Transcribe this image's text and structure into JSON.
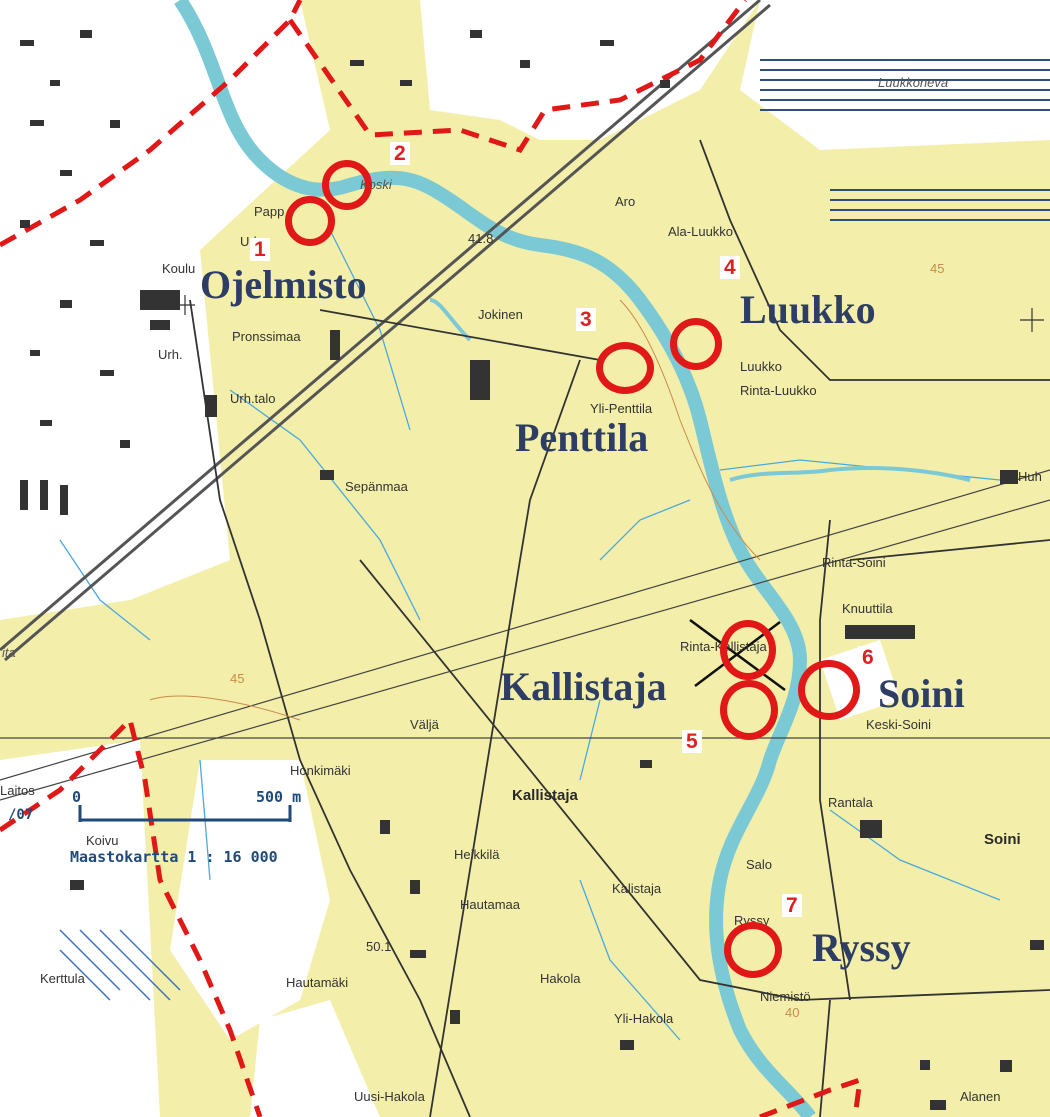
{
  "regions": [
    {
      "name": "Ojelmisto"
    },
    {
      "name": "Luukko"
    },
    {
      "name": "Penttila"
    },
    {
      "name": "Kallistaja"
    },
    {
      "name": "Soini"
    },
    {
      "name": "Ryssy"
    }
  ],
  "places": [
    "Papp",
    "Urh.",
    "Koulu",
    "Pronssimaa",
    "Urh.",
    "Urh.talo",
    "Sepänmaa",
    "Jokinen",
    "Yli-Penttila",
    "Aro",
    "Ala-Luukko",
    "Luukko",
    "Rinta-Luukko",
    "Huh",
    "Rinta-Soini",
    "Knuuttila",
    "Rinta-Kallistaja",
    "Keski-Soini",
    "Väljä",
    "Honkimäki",
    "Kallistaja",
    "Rantala",
    "Soini",
    "Heikkilä",
    "Salo",
    "Kalistaja",
    "Hautamaa",
    "Ryssy",
    "Niemistö",
    "Hakola",
    "Yli-Hakola",
    "Hautamäki",
    "Uusi-Hakola",
    "Kerttula",
    "Alanen",
    "Luukkoneva",
    "Koski",
    "Laitos",
    "Koivu",
    "ita"
  ],
  "heights": [
    "41.8",
    "45",
    "45",
    "50.1",
    "40"
  ],
  "markers": [
    "1",
    "2",
    "3",
    "4",
    "5",
    "6",
    "7"
  ],
  "scale": {
    "distance": "500 m",
    "zero": "0",
    "title": "Maastokartta 1 : 16 000",
    "sheet": "/07"
  },
  "colors": {
    "field": "#f3efaa",
    "river": "#7cc9d6",
    "boundary": "#e01818",
    "marker": "#e01818",
    "text_blue": "#2e3d63"
  }
}
